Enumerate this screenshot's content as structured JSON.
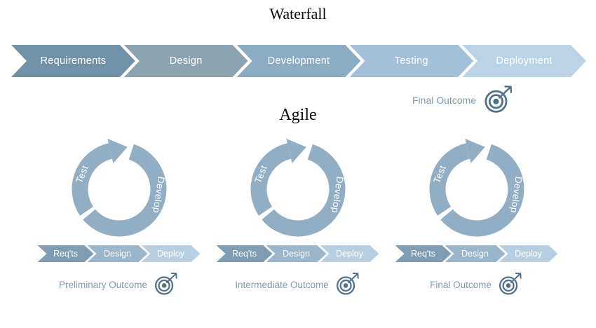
{
  "waterfall": {
    "title": "Waterfall",
    "stages": [
      {
        "label": "Requirements",
        "color": "#7191a6"
      },
      {
        "label": "Design",
        "color": "#8ca3b2"
      },
      {
        "label": "Development",
        "color": "#8cacc3"
      },
      {
        "label": "Testing",
        "color": "#a2c1d8"
      },
      {
        "label": "Deployment",
        "color": "#bad3e6"
      }
    ],
    "outcome_label": "Final Outcome"
  },
  "agile": {
    "title": "Agile",
    "cycles": [
      {
        "test_label": "Test",
        "develop_label": "Develop",
        "steps": [
          {
            "label": "Req'ts",
            "color": "#7e9db3"
          },
          {
            "label": "Design",
            "color": "#9bb5cb"
          },
          {
            "label": "Deploy",
            "color": "#b7cfe0"
          }
        ],
        "outcome_label": "Preliminary Outcome"
      },
      {
        "test_label": "Test",
        "develop_label": "Develop",
        "steps": [
          {
            "label": "Req'ts",
            "color": "#7e9db3"
          },
          {
            "label": "Design",
            "color": "#9bb5cb"
          },
          {
            "label": "Deploy",
            "color": "#b7cfe0"
          }
        ],
        "outcome_label": "Intermediate Outcome"
      },
      {
        "test_label": "Test",
        "develop_label": "Develop",
        "steps": [
          {
            "label": "Req'ts",
            "color": "#7e9db3"
          },
          {
            "label": "Design",
            "color": "#9bb5cb"
          },
          {
            "label": "Deploy",
            "color": "#b7cfe0"
          }
        ],
        "outcome_label": "Final Outcome"
      }
    ]
  },
  "colors": {
    "arc": "#92aec4",
    "target": "#4f7089",
    "outcome_text": "#7e9bb0"
  }
}
